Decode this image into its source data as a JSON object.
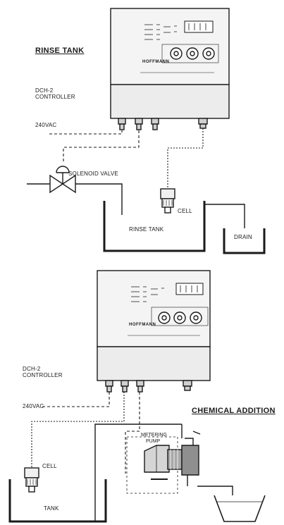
{
  "top_system": {
    "section_title": "RINSE TANK",
    "controller_model": "DCH-2",
    "controller_word": "CONTROLLER",
    "power": "240VAC",
    "valve": "SOLENOID VALVE",
    "cell": "CELL",
    "tank": "RINSE TANK",
    "drain": "DRAIN",
    "brand": "HOFFMANN"
  },
  "bottom_system": {
    "section_title": "CHEMICAL ADDITION",
    "controller_model": "DCH-2",
    "controller_word": "CONTROLLER",
    "power": "240VAC",
    "cell": "CELL",
    "tank": "TANK",
    "pump_line1": "METERING",
    "pump_line2": "PUMP",
    "brand": "HOFFMANN"
  },
  "colors": {
    "ink": "#1a1a1a",
    "panel": "#f2f2f2",
    "grey": "#9a9a9a"
  }
}
